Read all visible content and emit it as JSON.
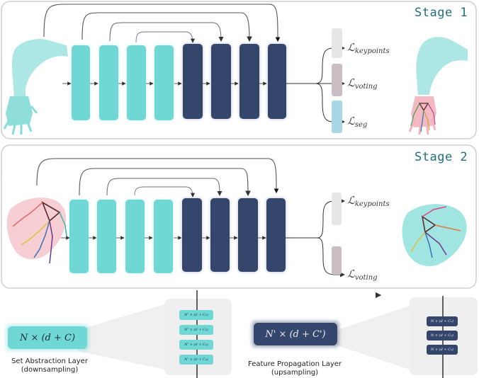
{
  "stages": [
    {
      "label": "Stage 1",
      "losses": [
        {
          "main": "ℒ",
          "sub": "keypoints"
        },
        {
          "main": "ℒ",
          "sub": "voting"
        },
        {
          "main": "ℒ",
          "sub": "seg"
        }
      ]
    },
    {
      "label": "Stage 2",
      "losses": [
        {
          "main": "ℒ",
          "sub": "keypoints"
        },
        {
          "main": "ℒ",
          "sub": "voting"
        }
      ]
    }
  ],
  "legend": {
    "sa": {
      "box": "N × (d + C)",
      "items": [
        "N' × (d + C₁)",
        "N' × (d + C₂)",
        "N' × (d + C₃)",
        "N' × (d + C₄)"
      ],
      "caption1": "Set Abstraction Layer",
      "caption2": "(downsampling)"
    },
    "fp": {
      "box": "N' × (d + C')",
      "items": [
        "N × (d + C₁)",
        "N × (d + C₂)",
        "N × (d + C₃)"
      ],
      "caption1": "Feature Propagation Layer",
      "caption2": "(upsampling)"
    }
  },
  "colors": {
    "teal": "#6fd8d5",
    "navy": "#34466b",
    "loss_keypoints": "#e6e6e6",
    "loss_voting": "#c9bcc2",
    "loss_seg": "#a9d7e6"
  }
}
